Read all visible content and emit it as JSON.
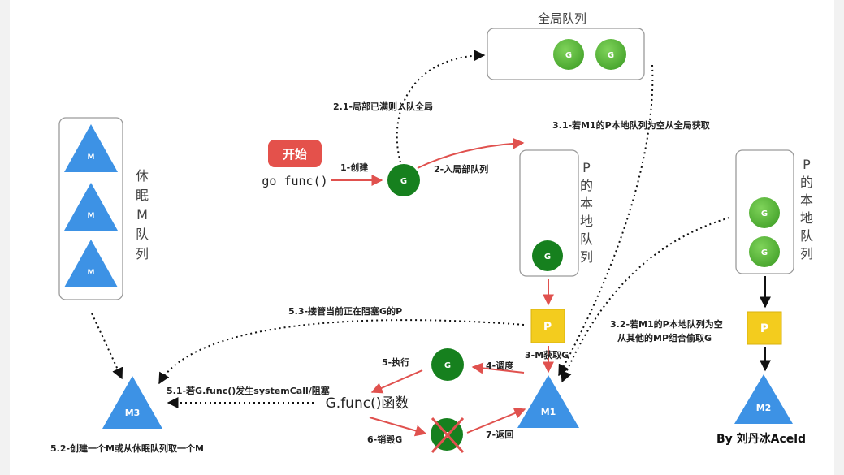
{
  "global_queue": {
    "title": "全局队列",
    "goroutines": [
      "G",
      "G"
    ]
  },
  "sleep_queue": {
    "label_chars": [
      "休",
      "眠",
      "M",
      "队",
      "列"
    ],
    "machines": [
      "M",
      "M",
      "M"
    ]
  },
  "local_queue_1": {
    "label_chars": [
      "P",
      "的",
      "本",
      "地",
      "队",
      "列"
    ],
    "goroutines": [
      "G"
    ]
  },
  "local_queue_2": {
    "label_chars": [
      "P",
      "的",
      "本",
      "地",
      "队",
      "列"
    ],
    "goroutines": [
      "G",
      "G"
    ]
  },
  "nodes": {
    "start_button": "开始",
    "go_func": "go func()",
    "new_g": "G",
    "exec_g": "G",
    "destroyed_g": "G",
    "p1": "P",
    "p2": "P",
    "m1": "M1",
    "m2": "M2",
    "m3": "M3",
    "gfunc": "G.func()函数"
  },
  "labels": {
    "create": "1-创建",
    "enqueue_local": "2-入局部队列",
    "local_full": "2.1-局部已满则入队全局",
    "local_empty_global": "3.1-若M1的P本地队列为空从全局获取",
    "m_get_g": "3-M获取G",
    "steal_line1": "3.2-若M1的P本地队列为空",
    "steal_line2": "从其他的MP组合偷取G",
    "schedule": "4-调度",
    "execute": "5-执行",
    "syscall": "5.1-若G.func()发生systemCall/阻塞",
    "takeover": "5.3-接管当前正在阻塞G的P",
    "create_m": "5.2-创建一个M或从休眠队列取一个M",
    "destroy": "6-销毁G",
    "return": "7-返回"
  },
  "author": "By 刘丹冰Aceld",
  "colors": {
    "goroutine": "#16801e",
    "goroutine_light": "#5cbd3d",
    "machine": "#3d92e5",
    "processor": "#f3cc1e",
    "start": "#e4514b",
    "arrow_red": "#e0514e",
    "box_border": "#9a9a9a"
  }
}
